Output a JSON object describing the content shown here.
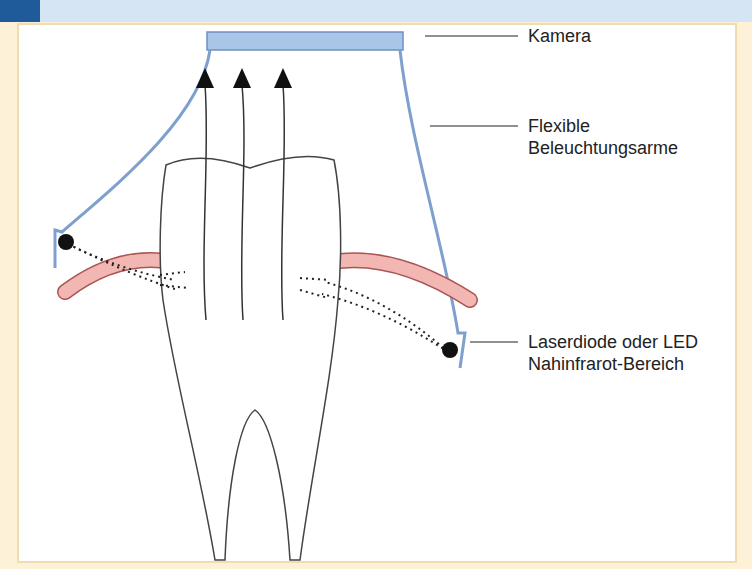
{
  "diagram": {
    "labels": [
      "Kamera",
      "Flexible Beleuchtungsarme",
      "Laserdiode oder LED Nahinfrarot-Bereich"
    ]
  }
}
